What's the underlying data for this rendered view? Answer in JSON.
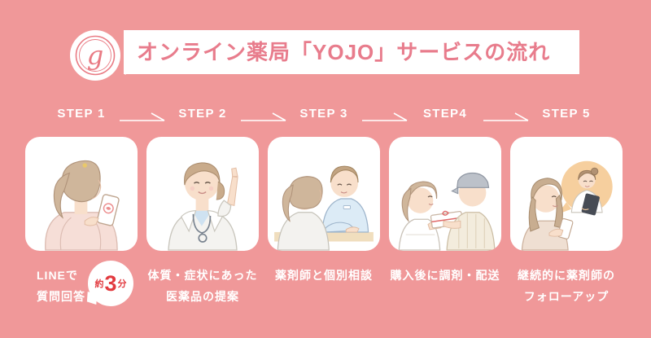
{
  "header": {
    "title": "オンライン薬局「YOJO」サービスの流れ",
    "logo_glyph": "g"
  },
  "colors": {
    "background": "#f09899",
    "accent_pink": "#e87c8c",
    "badge_red": "#e23a3f",
    "card_bg": "#ffffff",
    "text_on_bg": "#ffffff"
  },
  "steps": [
    {
      "label": "STEP 1",
      "caption_lines": [
        "LINEで",
        "質問回答"
      ],
      "badge": {
        "prefix": "約",
        "number": "3",
        "suffix": "分"
      },
      "illustration": "woman-answering-questions-on-smartphone"
    },
    {
      "label": "STEP 2",
      "caption_lines": [
        "体質・症状にあった",
        "医薬品の提案"
      ],
      "illustration": "pharmacist-recommending-medicine"
    },
    {
      "label": "STEP 3",
      "caption_lines": [
        "薬剤師と個別相談"
      ],
      "illustration": "individual-consultation-with-pharmacist"
    },
    {
      "label": "STEP4",
      "caption_lines": [
        "購入後に調剤・配送"
      ],
      "illustration": "dispensing-and-delivery-after-purchase"
    },
    {
      "label": "STEP 5",
      "caption_lines": [
        "継続的に薬剤師の",
        "フォローアップ"
      ],
      "illustration": "continuous-pharmacist-follow-up"
    }
  ]
}
